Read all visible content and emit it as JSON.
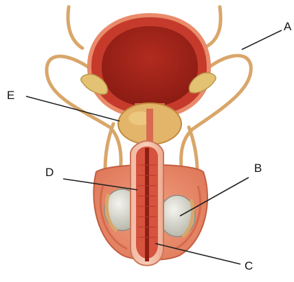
{
  "labels": {
    "a": "A",
    "b": "B",
    "c": "C",
    "d": "D",
    "e": "E"
  },
  "colors": {
    "tissue_red": "#c63a2c",
    "tissue_dark": "#9d2318",
    "flesh": "#e98b6a",
    "flesh_light": "#f3b596",
    "duct": "#d9a66a",
    "gland_yellow": "#e3c273",
    "testis": "#dcdcd2",
    "leader_line": "#222222"
  }
}
